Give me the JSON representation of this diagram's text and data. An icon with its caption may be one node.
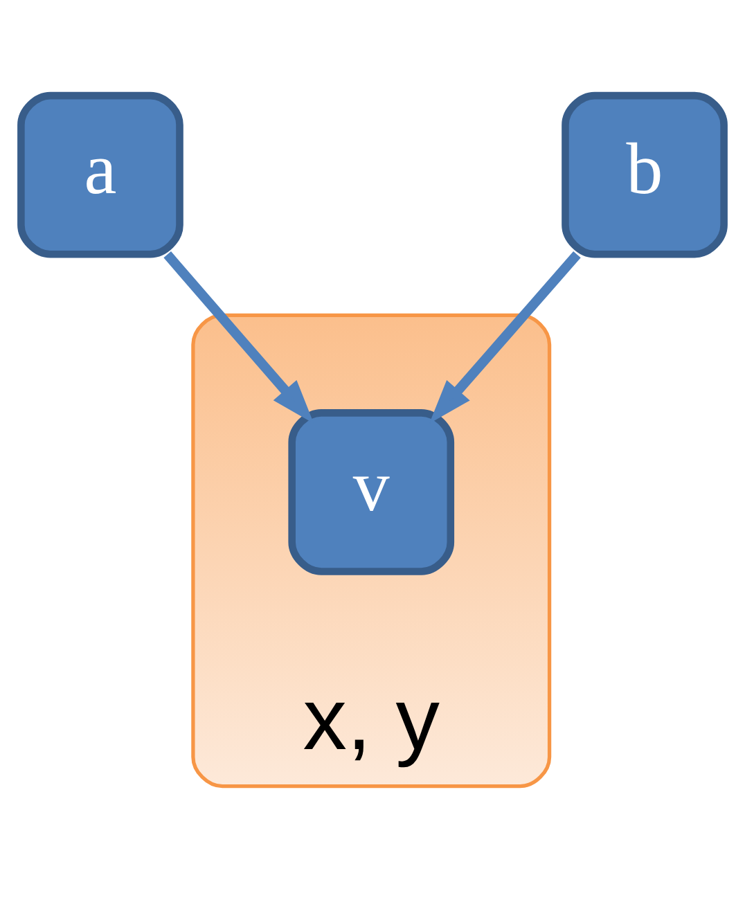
{
  "diagram": {
    "nodes": [
      {
        "text": [
          "a"
        ]
      },
      {
        "text": [
          "b"
        ]
      },
      {
        "text": [
          "x, y"
        ]
      },
      {
        "text": [
          "v"
        ],
        "in": 2
      }
    ],
    "edges": [
      {
        "from": 0,
        "to": 3,
        "arrow": "to"
      },
      {
        "from": 1,
        "to": 3,
        "arrow": "to"
      }
    ]
  }
}
